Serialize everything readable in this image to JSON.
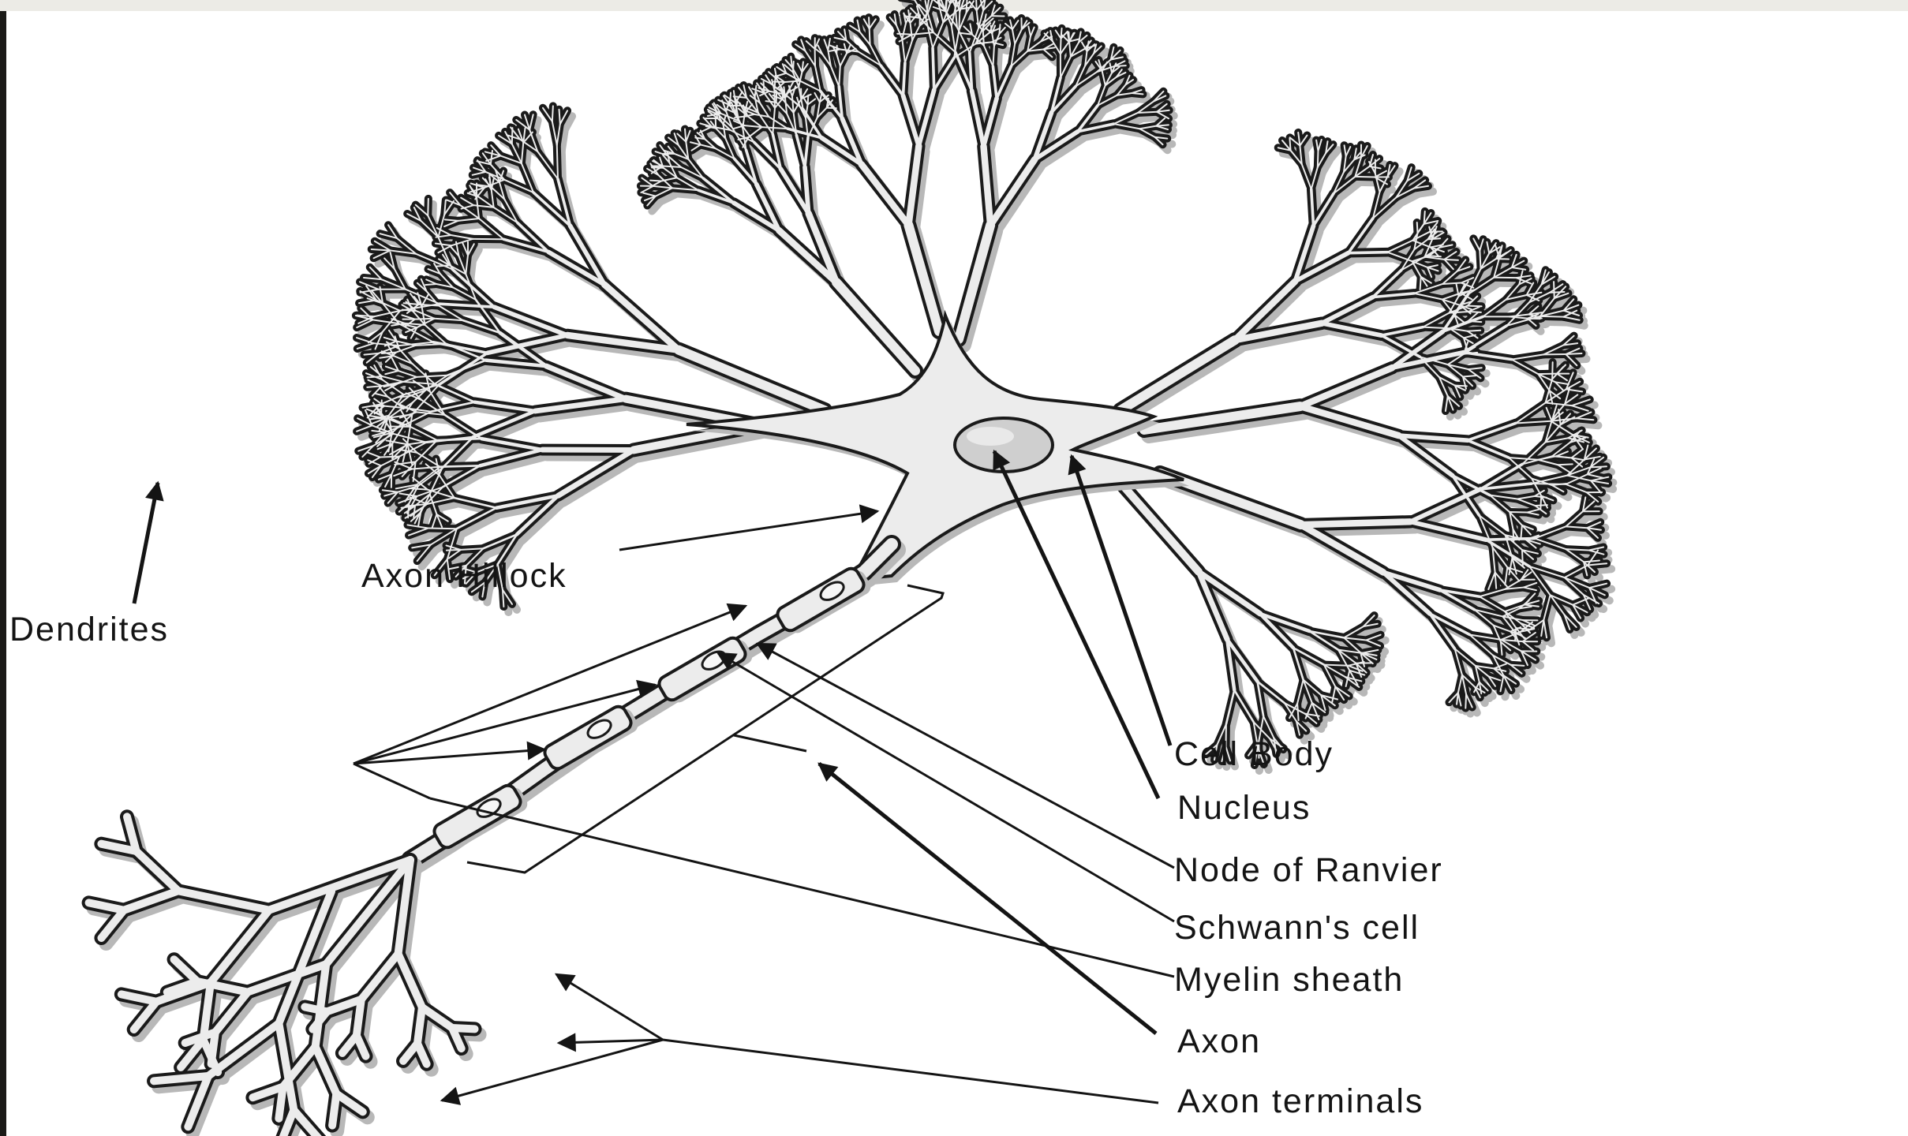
{
  "labels": {
    "dendrites": "Dendrites",
    "axon_hillock": "Axon Hillock",
    "cell_body": "Cell Body",
    "nucleus": "Nucleus",
    "node_of_ranvier": "Node of Ranvier",
    "schwanns_cell": "Schwann's cell",
    "myelin_sheath": "Myelin sheath",
    "axon": "Axon",
    "axon_terminals": "Axon terminals"
  },
  "colors": {
    "membrane_outline": "#1a1a1a",
    "membrane_fill": "#ececec",
    "shadow": "#b8b8b8",
    "nucleus": "#cfcfcf",
    "label_text": "#141414",
    "top_strip": "#ecebe6",
    "left_strip": "#1b1a17"
  }
}
